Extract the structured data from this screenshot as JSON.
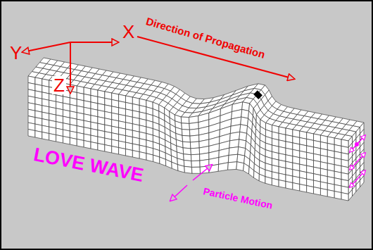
{
  "diagram": {
    "labels": [
      "X",
      "Y",
      "Z",
      "Direction of Propagation",
      "LOVE WAVE",
      "Particle Motion"
    ]
  }
}
